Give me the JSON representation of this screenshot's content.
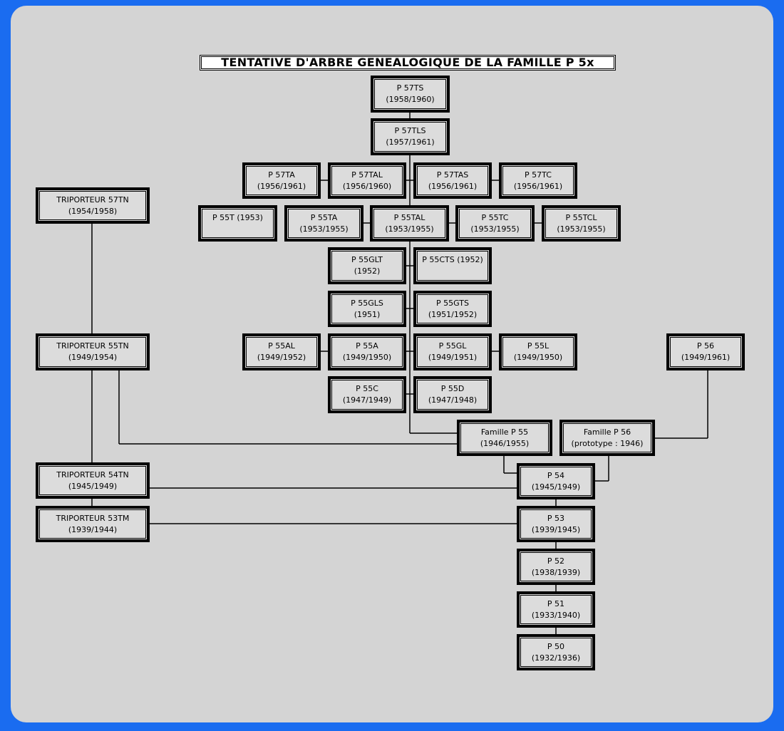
{
  "title": "TENTATIVE D'ARBRE GENEALOGIQUE DE LA FAMILLE  P 5x",
  "nodes": {
    "p57ts": {
      "l1": "P 57TS",
      "l2": "(1958/1960)"
    },
    "p57tls": {
      "l1": "P 57TLS",
      "l2": "(1957/1961)"
    },
    "p57ta": {
      "l1": "P 57TA",
      "l2": "(1956/1961)"
    },
    "p57tal": {
      "l1": "P 57TAL",
      "l2": "(1956/1960)"
    },
    "p57tas": {
      "l1": "P 57TAS",
      "l2": "(1956/1961)"
    },
    "p57tc": {
      "l1": "P 57TC",
      "l2": "(1956/1961)"
    },
    "tri57tn": {
      "l1": "TRIPORTEUR 57TN",
      "l2": "(1954/1958)"
    },
    "p55t": {
      "l1": "P 55T (1953)",
      "l2": ""
    },
    "p55ta": {
      "l1": "P 55TA",
      "l2": "(1953/1955)"
    },
    "p55tal": {
      "l1": "P 55TAL",
      "l2": "(1953/1955)"
    },
    "p55tc": {
      "l1": "P 55TC",
      "l2": "(1953/1955)"
    },
    "p55tcl": {
      "l1": "P 55TCL",
      "l2": "(1953/1955)"
    },
    "p55glt": {
      "l1": "P 55GLT",
      "l2": "(1952)"
    },
    "p55cts": {
      "l1": "P 55CTS (1952)",
      "l2": ""
    },
    "p55gls": {
      "l1": "P 55GLS",
      "l2": "(1951)"
    },
    "p55gts": {
      "l1": "P 55GTS",
      "l2": "(1951/1952)"
    },
    "tri55tn": {
      "l1": "TRIPORTEUR 55TN",
      "l2": "(1949/1954)"
    },
    "p55al": {
      "l1": "P 55AL",
      "l2": "(1949/1952)"
    },
    "p55a": {
      "l1": "P 55A",
      "l2": "(1949/1950)"
    },
    "p55gl": {
      "l1": "P 55GL",
      "l2": "(1949/1951)"
    },
    "p55l": {
      "l1": "P 55L",
      "l2": "(1949/1950)"
    },
    "p56": {
      "l1": "P 56",
      "l2": "(1949/1961)"
    },
    "p55c": {
      "l1": "P 55C",
      "l2": "(1947/1949)"
    },
    "p55d": {
      "l1": "P 55D",
      "l2": "(1947/1948)"
    },
    "fam55": {
      "l1": "Famille P 55",
      "l2": "(1946/1955)"
    },
    "fam56": {
      "l1": "Famille P 56",
      "l2": "(prototype : 1946)"
    },
    "tri54tn": {
      "l1": "TRIPORTEUR 54TN",
      "l2": "(1945/1949)"
    },
    "p54": {
      "l1": "P 54",
      "l2": "(1945/1949)"
    },
    "tri53tm": {
      "l1": "TRIPORTEUR 53TM",
      "l2": "(1939/1944)"
    },
    "p53": {
      "l1": "P 53",
      "l2": "(1939/1945)"
    },
    "p52": {
      "l1": "P 52",
      "l2": "(1938/1939)"
    },
    "p51": {
      "l1": "P 51",
      "l2": "(1933/1940)"
    },
    "p50": {
      "l1": "P 50",
      "l2": "(1932/1936)"
    }
  }
}
